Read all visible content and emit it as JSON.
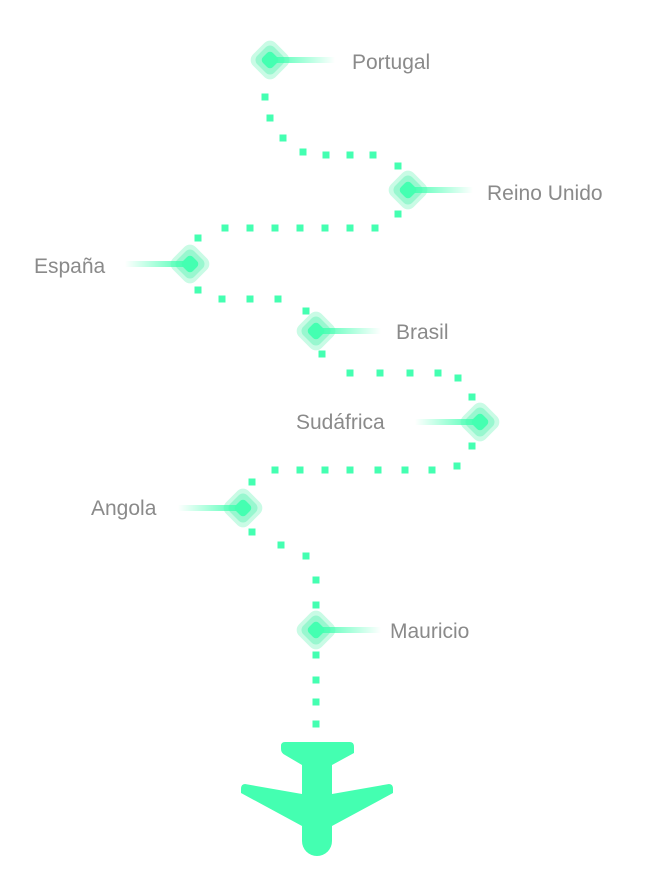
{
  "title": "",
  "colors": {
    "accent": "#44ffb1",
    "halo_outer": "#c9fbe5",
    "halo_mid": "#98f7cf",
    "label": "#8a8a8a"
  },
  "stops": [
    {
      "name": "Portugal",
      "side": "right"
    },
    {
      "name": "Reino Unido",
      "side": "right"
    },
    {
      "name": "España",
      "side": "left"
    },
    {
      "name": "Brasil",
      "side": "right"
    },
    {
      "name": "Sudáfrica",
      "side": "left"
    },
    {
      "name": "Angola",
      "side": "left"
    },
    {
      "name": "Mauricio",
      "side": "right"
    }
  ],
  "destination_icon": "airplane-icon"
}
